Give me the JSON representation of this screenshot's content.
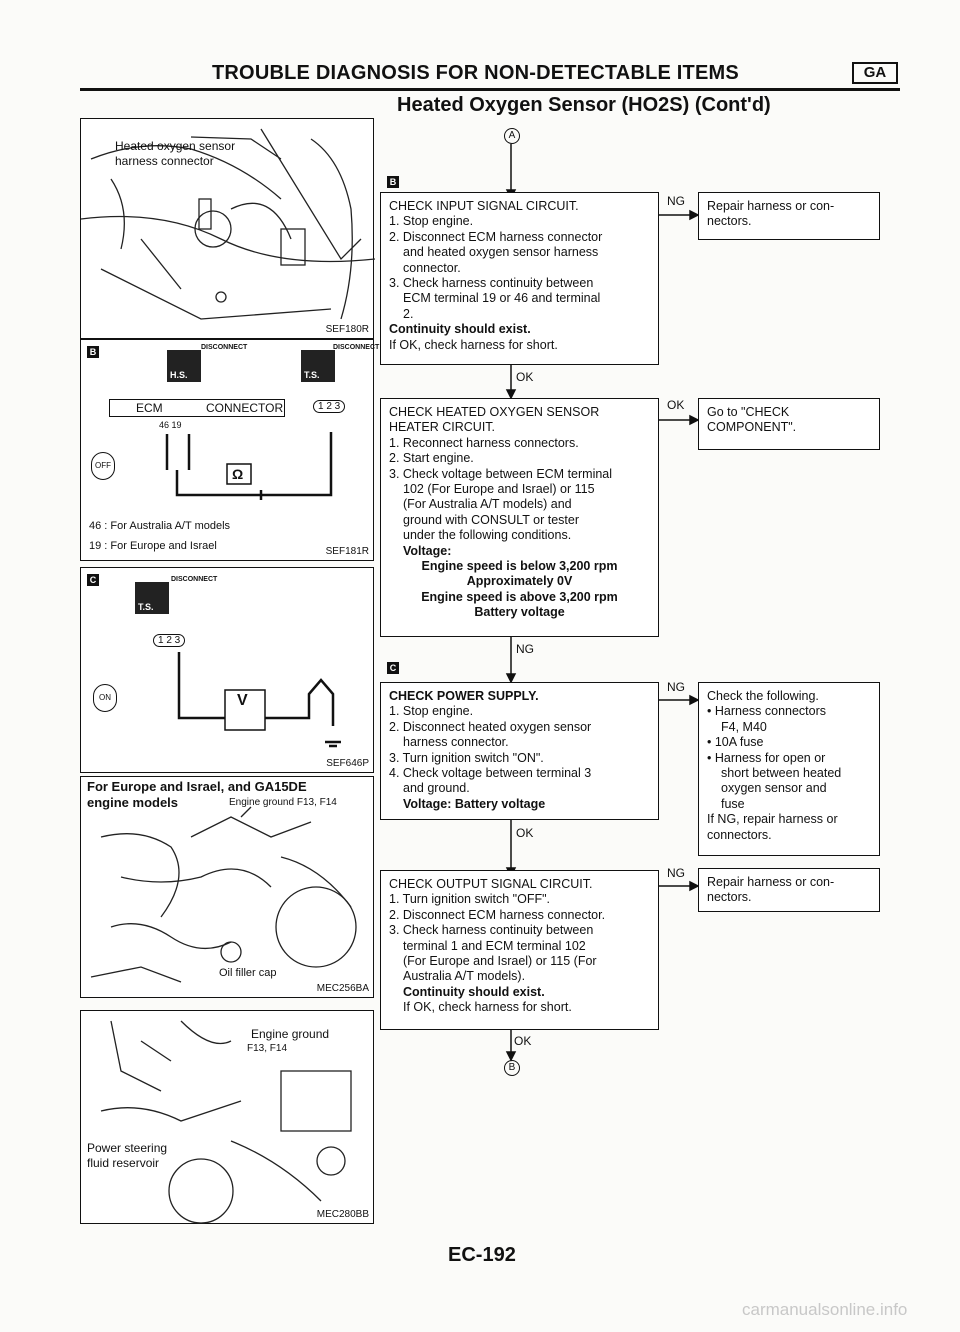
{
  "header": {
    "title": "TROUBLE DIAGNOSIS FOR NON-DETECTABLE ITEMS",
    "badge": "GA",
    "subtitle": "Heated Oxygen Sensor (HO2S) (Cont'd)"
  },
  "figures": {
    "fig1": {
      "label1": "Heated oxygen sensor",
      "label2": "harness connector",
      "id": "SEF180R"
    },
    "fig2": {
      "letter": "B",
      "disconnect1": "DISCONNECT",
      "disconnect2": "DISCONNECT",
      "hs": "H.S.",
      "ts": "T.S.",
      "ecm": "ECM",
      "connector": "CONNECTOR",
      "pins": "46 19",
      "pin_123": "1 2 3",
      "ohm": "Ω",
      "off": "OFF",
      "note1": "46 : For Australia A/T models",
      "note2": "19 : For Europe and Israel",
      "id": "SEF181R"
    },
    "fig3": {
      "letter": "C",
      "disconnect": "DISCONNECT",
      "ts": "T.S.",
      "pin_123": "1 2 3",
      "volt": "V",
      "on": "ON",
      "id": "SEF646P"
    },
    "fig4": {
      "title1": "For Europe and Israel, and GA15DE",
      "title2": "engine models",
      "engine_ground": "Engine ground F13, F14",
      "oil": "Oil filler cap",
      "id": "MEC256BA"
    },
    "fig5": {
      "engine_ground": "Engine ground",
      "refs": "F13, F14",
      "ps1": "Power steering",
      "ps2": "fluid reservoir",
      "id": "MEC280BB"
    }
  },
  "flow": {
    "start": "A",
    "end": "B",
    "letter_b": "B",
    "letter_c": "C",
    "step1": {
      "lines": [
        "CHECK INPUT SIGNAL CIRCUIT.",
        "1. Stop engine.",
        "2. Disconnect ECM harness connector",
        "and heated oxygen sensor harness",
        "connector.",
        "3. Check harness continuity between",
        "ECM terminal 19 or 46 and terminal",
        "2.",
        "Continuity should exist.",
        "If OK, check harness for short."
      ],
      "ng": "NG",
      "ng_result": [
        "Repair harness or con-",
        "nectors."
      ],
      "ok": "OK"
    },
    "step2": {
      "lines": [
        "CHECK HEATED OXYGEN SENSOR",
        "HEATER CIRCUIT.",
        "1. Reconnect harness connectors.",
        "2. Start engine.",
        "3. Check voltage between ECM terminal",
        "102 (For Europe and Israel) or 115",
        "(For Australia A/T models) and",
        "ground with CONSULT or tester",
        "under the following conditions.",
        "Voltage:",
        "Engine speed is below 3,200 rpm",
        "Approximately 0V",
        "Engine speed is above 3,200 rpm",
        "Battery voltage"
      ],
      "ok": "OK",
      "ok_result": [
        "Go to \"CHECK",
        "COMPONENT\"."
      ],
      "ng": "NG"
    },
    "step3": {
      "lines": [
        "CHECK POWER SUPPLY.",
        "1. Stop engine.",
        "2. Disconnect heated oxygen sensor",
        "harness connector.",
        "3. Turn ignition switch \"ON\".",
        "4. Check voltage between terminal 3",
        "and ground.",
        "Voltage: Battery voltage"
      ],
      "ng": "NG",
      "ng_result": [
        "Check the following.",
        "• Harness connectors",
        "F4, M40",
        "• 10A fuse",
        "• Harness for open or",
        "short between heated",
        "oxygen sensor and",
        "fuse",
        "If NG, repair harness or",
        "connectors."
      ],
      "ok": "OK"
    },
    "step4": {
      "lines": [
        "CHECK OUTPUT SIGNAL CIRCUIT.",
        "1. Turn ignition switch \"OFF\".",
        "2. Disconnect ECM harness connector.",
        "3. Check harness continuity between",
        "terminal 1 and ECM terminal 102",
        "(For Europe and Israel) or 115 (For",
        "Australia A/T models).",
        "Continuity should exist.",
        "If OK, check harness for short."
      ],
      "ng": "NG",
      "ng_result": [
        "Repair harness or con-",
        "nectors."
      ],
      "ok": "OK"
    }
  },
  "footer": {
    "page": "EC-192",
    "watermark": "carmanualsonline.info"
  }
}
